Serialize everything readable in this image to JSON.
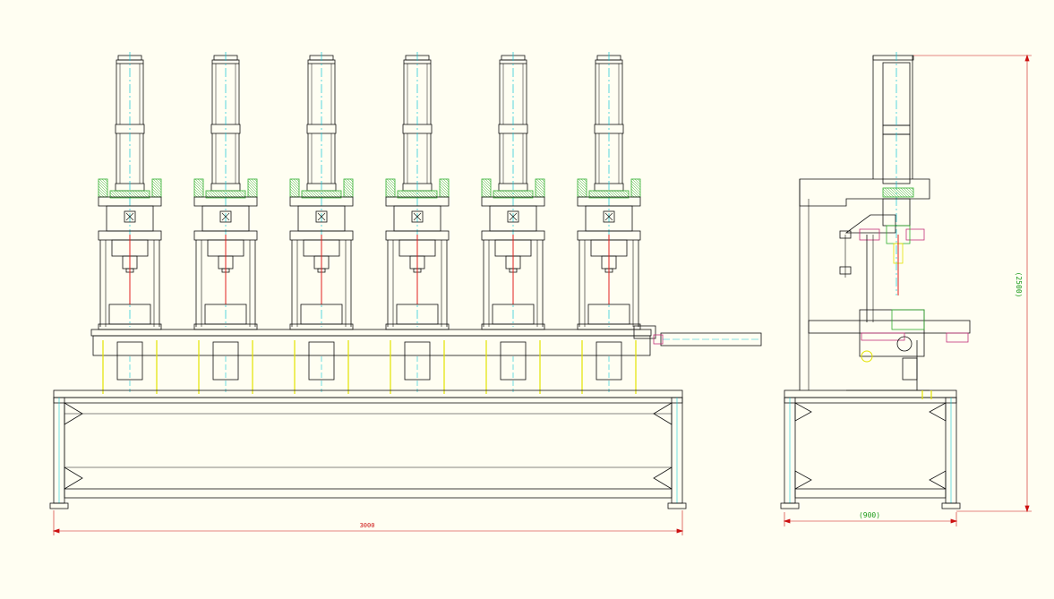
{
  "drawing": {
    "background": "#fffef2",
    "line_color": "#111111",
    "center_line_color": "#12c7d6",
    "rod_color": "#e02020",
    "dimension_color": "#cc1111",
    "dimension_text_color": "#1a9a1a",
    "hatch_color": "#2fae2f",
    "accent_yellow": "#e3e300",
    "accent_magenta": "#c4307a",
    "station_count": 6
  },
  "dimensions": {
    "front_width": "3000",
    "side_width": "(900)",
    "side_height": "(2500)"
  }
}
